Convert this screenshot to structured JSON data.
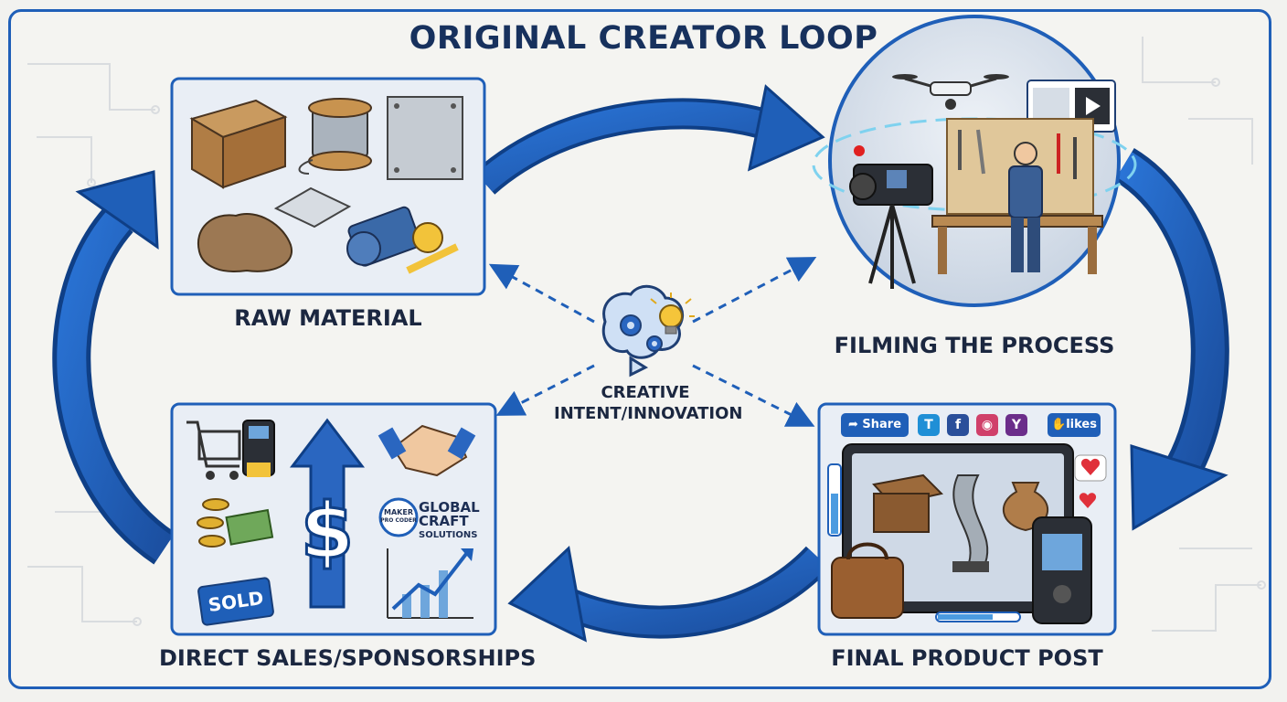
{
  "title": "ORIGINAL CREATOR LOOP",
  "stages": {
    "raw_material": "RAW MATERIAL",
    "filming": "FILMING THE PROCESS",
    "final_post": "FINAL PRODUCT POST",
    "sales": "DIRECT SALES/SPONSORSHIPS"
  },
  "center": {
    "line1": "CREATIVE",
    "line2": "INTENT/INNOVATION"
  },
  "social_bar": {
    "share": "Share",
    "likes": "likes",
    "icon_t": "T",
    "icon_f": "f",
    "icon_y": "Y"
  },
  "sales_panel": {
    "sold_sign": "SOLD",
    "brand_line1": "GLOBAL",
    "brand_line2": "CRAFT",
    "brand_line3": "SOLUTIONS",
    "badge_top": "MAKER",
    "badge_bottom": "PRO CODER"
  },
  "colors": {
    "accent": "#1f5fb8",
    "dark_blue": "#17315d",
    "panel_border": "#1f5fb8",
    "panel_fill": "#e9eef5"
  }
}
